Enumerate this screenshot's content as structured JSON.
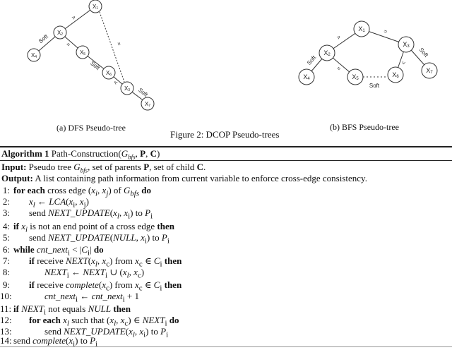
{
  "figure": {
    "caption": "Figure 2: DCOP Pseudo-trees",
    "subfigures": [
      {
        "label": "(a) DFS Pseudo-tree",
        "nodes": [
          "X1",
          "X2",
          "X3",
          "X4",
          "X5",
          "X6",
          "X7"
        ],
        "edges": [
          {
            "from": "X1",
            "to": "X2",
            "label": ">",
            "style": "solid"
          },
          {
            "from": "X2",
            "to": "X4",
            "label": "Soft",
            "style": "solid"
          },
          {
            "from": "X2",
            "to": "X5",
            "label": "=",
            "style": "solid"
          },
          {
            "from": "X5",
            "to": "X6",
            "label": "Soft",
            "style": "solid"
          },
          {
            "from": "X6",
            "to": "X3",
            "label": "<",
            "style": "solid"
          },
          {
            "from": "X3",
            "to": "X7",
            "label": "Soft",
            "style": "solid"
          },
          {
            "from": "X1",
            "to": "X3",
            "label": "=",
            "style": "dotted"
          }
        ]
      },
      {
        "label": "(b) BFS Pseudo-tree",
        "nodes": [
          "X1",
          "X2",
          "X3",
          "X4",
          "X5",
          "X6",
          "X7"
        ],
        "edges": [
          {
            "from": "X1",
            "to": "X2",
            "label": ">",
            "style": "solid"
          },
          {
            "from": "X1",
            "to": "X3",
            "label": "=",
            "style": "solid"
          },
          {
            "from": "X2",
            "to": "X4",
            "label": "Soft",
            "style": "solid"
          },
          {
            "from": "X2",
            "to": "X5",
            "label": "=",
            "style": "solid"
          },
          {
            "from": "X3",
            "to": "X6",
            "label": "<",
            "style": "solid"
          },
          {
            "from": "X3",
            "to": "X7",
            "label": "Soft",
            "style": "solid"
          },
          {
            "from": "X5",
            "to": "X6",
            "label": "Soft",
            "style": "dotted"
          }
        ]
      }
    ]
  },
  "algorithm": {
    "number": "Algorithm 1",
    "name": "Path-Construction(",
    "args_math": "G",
    "args_sub": "bfs",
    "args_rest": ", P, C)",
    "input_label": "Input:",
    "input_text": " Pseudo tree G_bfs, set of parents P, set of child C.",
    "output_label": "Output:",
    "output_text": " A list containing path information from current variable to enforce cross-edge consistency.",
    "lines": [
      {
        "n": "1:",
        "text": "for each cross edge (x_i, x_j) of G_bfs do"
      },
      {
        "n": "2:",
        "text": "x_l ← LCA(x_i, x_j)"
      },
      {
        "n": "3:",
        "text": "send NEXT_UPDATE(x_l, x_i) to P_i"
      },
      {
        "n": "4:",
        "text": "if x_i is not an end point of a cross edge then"
      },
      {
        "n": "5:",
        "text": "send NEXT_UPDATE(NULL, x_i) to P_i"
      },
      {
        "n": "6:",
        "text": "while cnt_next_i < |C_i| do"
      },
      {
        "n": "7:",
        "text": "if receive NEXT(x_l, x_c) from x_c ∈ C_i then"
      },
      {
        "n": "8:",
        "text": "NEXT_i ← NEXT_i ∪ (x_l, x_c)"
      },
      {
        "n": "9:",
        "text": "if receive complete(x_c) from x_c ∈ C_i then"
      },
      {
        "n": "10:",
        "text": "cnt_next_i ← cnt_next_i + 1"
      },
      {
        "n": "11:",
        "text": "if NEXT_i not equals NULL then"
      },
      {
        "n": "12:",
        "text": "for each x_l such that (x_l, x_c) ∈ NEXT_i do"
      },
      {
        "n": "13:",
        "text": "send NEXT_UPDATE(x_l, x_i) to P_i"
      },
      {
        "n": "14:",
        "text": "send complete(x_i) to P_i"
      }
    ]
  }
}
